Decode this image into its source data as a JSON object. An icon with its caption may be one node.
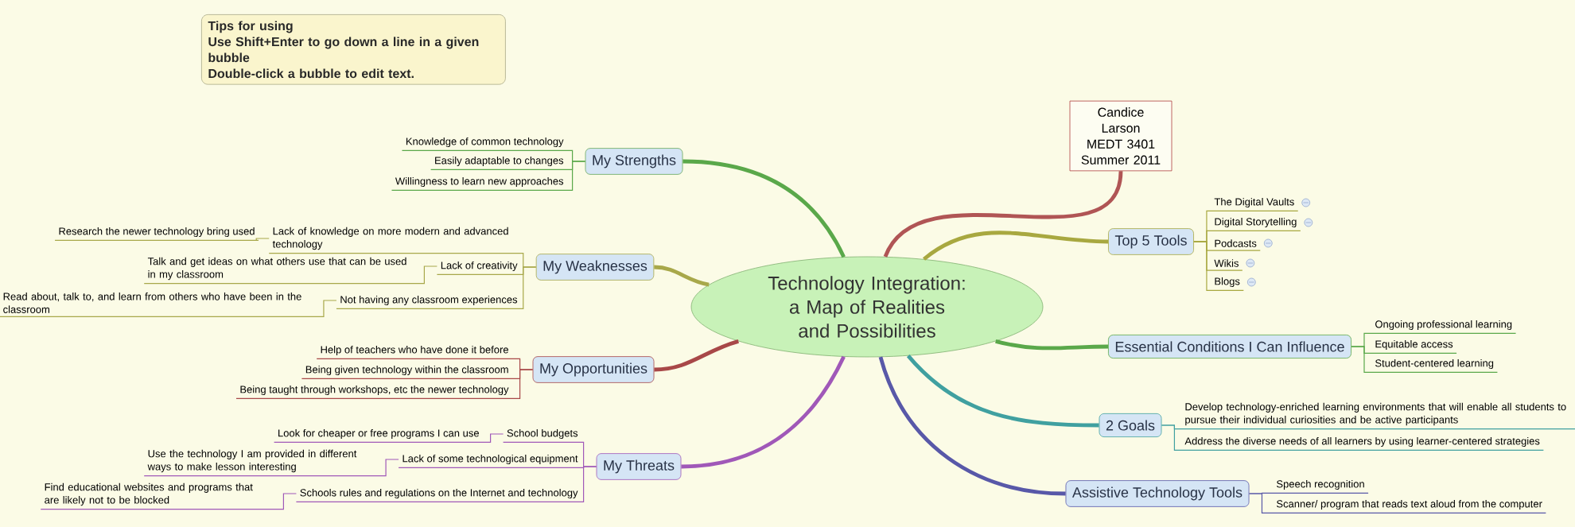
{
  "diagram": {
    "nodes": [
      {
        "text": [
          "Tips for using",
          "Use Shift+Enter to go down a line in a given bubble",
          "Double-click a bubble to edit text."
        ]
      },
      {
        "text": [
          "Technology Integration: a Map of Realities and Possibilities"
        ]
      },
      {
        "text": [
          "Candice Larson MEDT 3401 Summer 2011"
        ]
      },
      {
        "text": [
          "My Strengths"
        ]
      },
      {
        "text": [
          "Knowledge of common technology"
        ]
      },
      {
        "text": [
          "Easily adaptable to changes"
        ]
      },
      {
        "text": [
          "Willingness to learn new approaches"
        ]
      },
      {
        "text": [
          "My Weaknesses"
        ]
      },
      {
        "text": [
          "Lack of knowledge on more modern and advanced technology"
        ]
      },
      {
        "text": [
          "Research the newer technology bring used"
        ]
      },
      {
        "text": [
          "Lack of creativity"
        ]
      },
      {
        "text": [
          "Talk and get ideas on what others use that can be used in my classroom"
        ]
      },
      {
        "text": [
          "Not having any classroom experiences"
        ]
      },
      {
        "text": [
          "Read about, talk to, and learn from others who have been in the classroom"
        ]
      },
      {
        "text": [
          "My Opportunities"
        ]
      },
      {
        "text": [
          "Help of teachers who have done it before"
        ]
      },
      {
        "text": [
          "Being given technology within the classroom"
        ]
      },
      {
        "text": [
          "Being taught through workshops, etc the newer technology"
        ]
      },
      {
        "text": [
          "My Threats"
        ]
      },
      {
        "text": [
          "School budgets"
        ]
      },
      {
        "text": [
          "Look for cheaper or free programs I can use"
        ]
      },
      {
        "text": [
          "Lack of some technological equipment"
        ]
      },
      {
        "text": [
          "Use the technology I am provided in different ways to make lesson interesting"
        ]
      },
      {
        "text": [
          "Schools rules and regulations on the Internet and technology"
        ]
      },
      {
        "text": [
          "Find educational websites and programs that are likely not to be blocked"
        ]
      },
      {
        "text": [
          "Top 5 Tools"
        ]
      },
      {
        "text": [
          "The Digital Vaults"
        ]
      },
      {
        "text": [
          "Digital Storytelling"
        ]
      },
      {
        "text": [
          "Podcasts"
        ]
      },
      {
        "text": [
          "Wikis"
        ]
      },
      {
        "text": [
          "Blogs"
        ]
      },
      {
        "text": [
          "Essential Conditions I Can Influence"
        ]
      },
      {
        "text": [
          "Ongoing professional learning"
        ]
      },
      {
        "text": [
          "Equitable access"
        ]
      },
      {
        "text": [
          "Student-centered learning"
        ]
      },
      {
        "text": [
          "2 Goals"
        ]
      },
      {
        "text": [
          "Develop technology-enriched learning environments that will enable all students to pursue their individual curiosities and be active participants"
        ]
      },
      {
        "text": [
          "Address the diverse needs of all learners by using learner-centered strategies"
        ]
      },
      {
        "text": [
          "Assistive Technology Tools"
        ]
      },
      {
        "text": [
          "Speech recognition"
        ]
      },
      {
        "text": [
          "Scanner/ program that reads text aloud from the computer"
        ]
      }
    ],
    "edges": [
      {
        "from": 1,
        "to": 2,
        "arrow": "none",
        "style": "thick",
        "color": "#b05555"
      },
      {
        "from": 1,
        "to": 3,
        "arrow": "none",
        "style": "thick",
        "color": "#5aa84a"
      },
      {
        "from": 3,
        "to": 4,
        "arrow": "none",
        "color": "#5aa84a"
      },
      {
        "from": 3,
        "to": 5,
        "arrow": "none",
        "color": "#5aa84a"
      },
      {
        "from": 3,
        "to": 6,
        "arrow": "none",
        "color": "#5aa84a"
      },
      {
        "from": 1,
        "to": 7,
        "arrow": "none",
        "style": "thick",
        "color": "#a8a84a"
      },
      {
        "from": 7,
        "to": 8,
        "arrow": "none",
        "color": "#a8a84a"
      },
      {
        "from": 8,
        "to": 9,
        "arrow": "none",
        "color": "#a8a84a"
      },
      {
        "from": 7,
        "to": 10,
        "arrow": "none",
        "color": "#a8a84a"
      },
      {
        "from": 10,
        "to": 11,
        "arrow": "none",
        "color": "#a8a84a"
      },
      {
        "from": 7,
        "to": 12,
        "arrow": "none",
        "color": "#a8a84a"
      },
      {
        "from": 12,
        "to": 13,
        "arrow": "none",
        "color": "#a8a84a"
      },
      {
        "from": 1,
        "to": 14,
        "arrow": "none",
        "style": "thick",
        "color": "#a84848"
      },
      {
        "from": 14,
        "to": 15,
        "arrow": "none",
        "color": "#a84848"
      },
      {
        "from": 14,
        "to": 16,
        "arrow": "none",
        "color": "#a84848"
      },
      {
        "from": 14,
        "to": 17,
        "arrow": "none",
        "color": "#a84848"
      },
      {
        "from": 1,
        "to": 18,
        "arrow": "none",
        "style": "thick",
        "color": "#a058b8"
      },
      {
        "from": 18,
        "to": 19,
        "arrow": "none",
        "color": "#a058b8"
      },
      {
        "from": 19,
        "to": 20,
        "arrow": "none",
        "color": "#a058b8"
      },
      {
        "from": 18,
        "to": 21,
        "arrow": "none",
        "color": "#a058b8"
      },
      {
        "from": 21,
        "to": 22,
        "arrow": "none",
        "color": "#a058b8"
      },
      {
        "from": 18,
        "to": 23,
        "arrow": "none",
        "color": "#a058b8"
      },
      {
        "from": 23,
        "to": 24,
        "arrow": "none",
        "color": "#a058b8"
      },
      {
        "from": 1,
        "to": 25,
        "arrow": "none",
        "style": "thick",
        "color": "#a8a840"
      },
      {
        "from": 25,
        "to": 26,
        "arrow": "none",
        "color": "#a8a840"
      },
      {
        "from": 25,
        "to": 27,
        "arrow": "none",
        "color": "#a8a840"
      },
      {
        "from": 25,
        "to": 28,
        "arrow": "none",
        "color": "#a8a840"
      },
      {
        "from": 25,
        "to": 29,
        "arrow": "none",
        "color": "#a8a840"
      },
      {
        "from": 25,
        "to": 30,
        "arrow": "none",
        "color": "#a8a840"
      },
      {
        "from": 1,
        "to": 31,
        "arrow": "none",
        "style": "thick",
        "color": "#5aa84a"
      },
      {
        "from": 31,
        "to": 32,
        "arrow": "none",
        "color": "#5aa84a"
      },
      {
        "from": 31,
        "to": 33,
        "arrow": "none",
        "color": "#5aa84a"
      },
      {
        "from": 31,
        "to": 34,
        "arrow": "none",
        "color": "#5aa84a"
      },
      {
        "from": 1,
        "to": 35,
        "arrow": "none",
        "style": "thick",
        "color": "#40a0a0"
      },
      {
        "from": 35,
        "to": 36,
        "arrow": "none",
        "color": "#40a0a0"
      },
      {
        "from": 35,
        "to": 37,
        "arrow": "none",
        "color": "#40a0a0"
      },
      {
        "from": 1,
        "to": 38,
        "arrow": "none",
        "style": "thick",
        "color": "#5858a8"
      },
      {
        "from": 38,
        "to": 39,
        "arrow": "none",
        "color": "#5858a8"
      },
      {
        "from": 38,
        "to": 40,
        "arrow": "none",
        "color": "#5858a8"
      }
    ]
  }
}
